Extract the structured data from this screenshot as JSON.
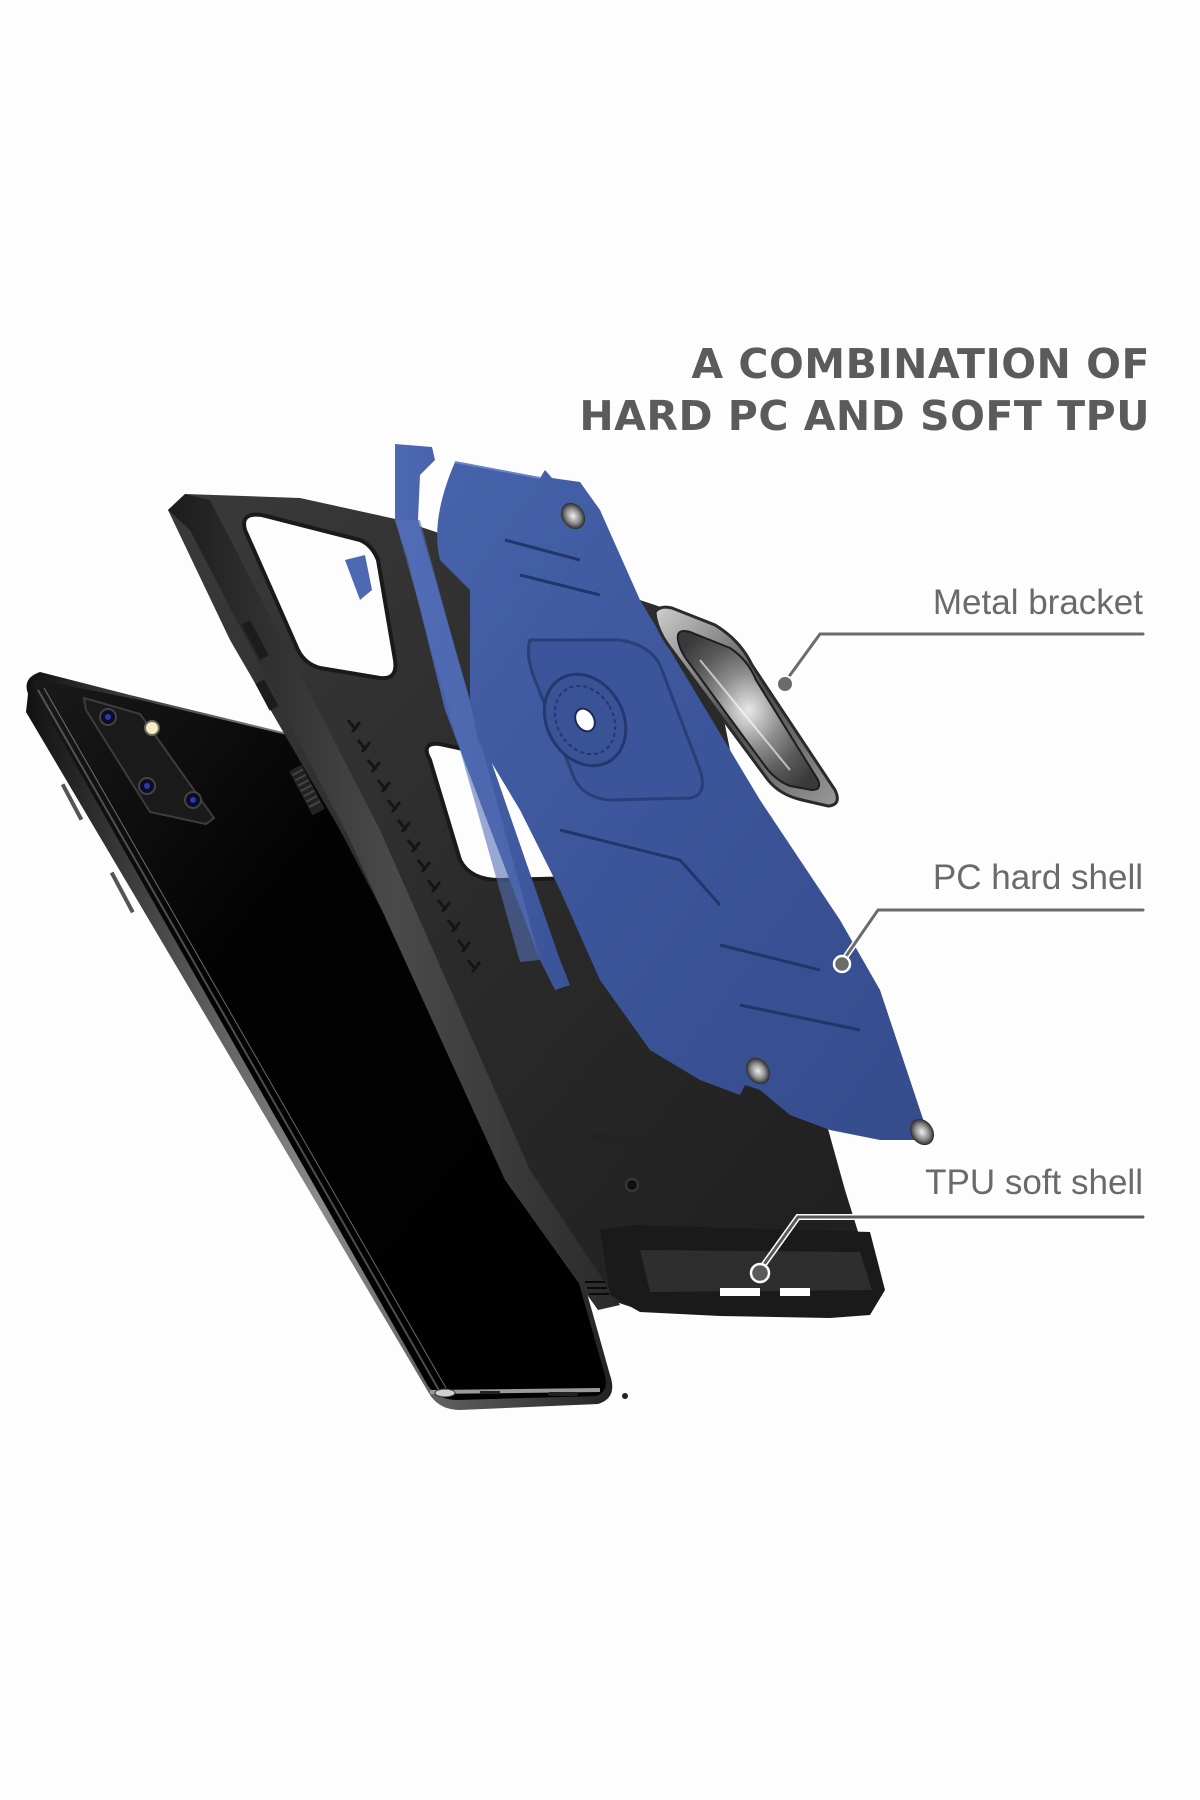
{
  "headline": {
    "lines": [
      "A COMBINATION OF",
      "HARD PC AND SOFT TPU"
    ]
  },
  "callouts": [
    {
      "label": "Metal bracket",
      "target": "ring-holder"
    },
    {
      "label": "PC hard shell",
      "target": "blue-shell"
    },
    {
      "label": "TPU soft shell",
      "target": "black-case"
    }
  ],
  "colors": {
    "background": "#fdfdfd",
    "headline_text": "#5b5b5b",
    "callout_text": "#6a6a6a",
    "callout_line": "#6b6b6b",
    "pc_shell_blue": "#3a5396",
    "pc_shell_blue_light": "#4a65ad",
    "tpu_case_black": "#2b2b2b",
    "phone_black": "#050505",
    "metal_silver": "#9a9a9a"
  },
  "icons": {
    "callout_marker": "circle-dot-icon"
  }
}
